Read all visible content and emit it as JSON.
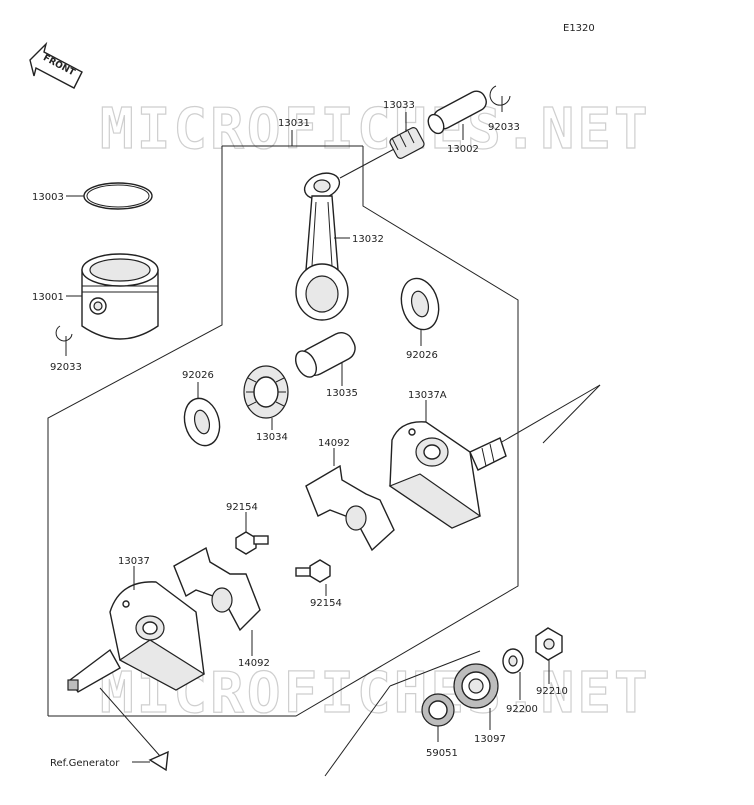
{
  "diagram_code": "E1320",
  "front_label": "FRONT",
  "watermark": "MICROFICHES.NET",
  "reference_note": "Ref.Generator",
  "parts": {
    "p13031": "13031",
    "p13033": "13033",
    "p92033_top": "92033",
    "p13002": "13002",
    "p13003": "13003",
    "p13032": "13032",
    "p13001": "13001",
    "p92033_left": "92033",
    "p92026_right": "92026",
    "p92026_left": "92026",
    "p13035": "13035",
    "p13037A": "13037A",
    "p13034": "13034",
    "p14092_top": "14092",
    "p92154_top": "92154",
    "p13037": "13037",
    "p92154_bottom": "92154",
    "p14092_bottom": "14092",
    "p92210": "92210",
    "p92200": "92200",
    "p13097": "13097",
    "p59051": "59051"
  }
}
